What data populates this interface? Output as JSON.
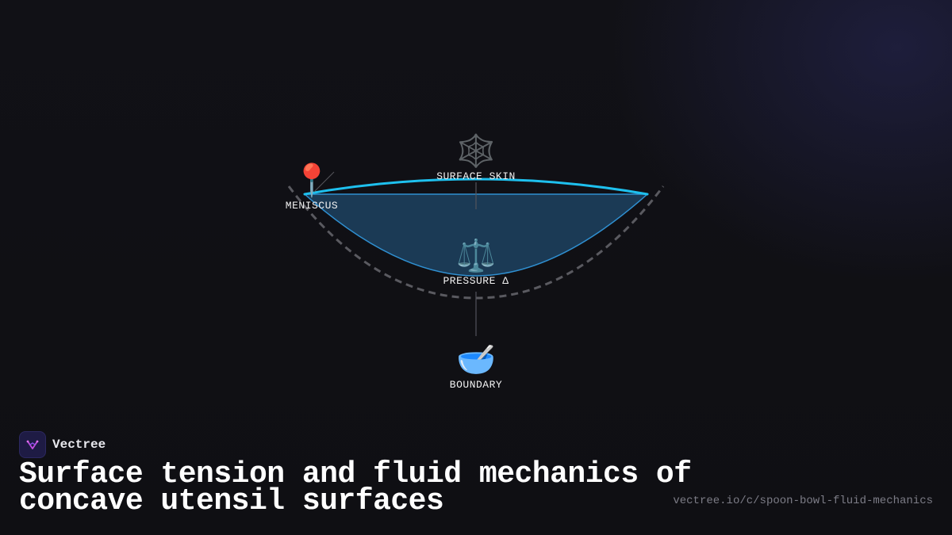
{
  "diagram": {
    "nodes": {
      "surface_skin": {
        "icon": "spider-web-icon",
        "emoji": "🕸️",
        "label": "SURFACE SKIN"
      },
      "meniscus": {
        "icon": "pin-icon",
        "emoji": "📍",
        "label": "MENISCUS"
      },
      "pressure": {
        "icon": "scales-icon",
        "emoji": "⚖️",
        "label": "PRESSURE Δ"
      },
      "boundary": {
        "icon": "bowl-with-spoon-icon",
        "emoji": "🥣",
        "label": "BOUNDARY"
      }
    },
    "colors": {
      "surface_line": "#1ec0ee",
      "fluid_fill": "#1b3a55",
      "fluid_edge": "#2f8fd0",
      "bowl_outline": "#5a5a60",
      "connector": "#55555c"
    }
  },
  "footer": {
    "brand": "Vectree",
    "title": "Surface tension and fluid mechanics of concave utensil surfaces",
    "url": "vectree.io/c/spoon-bowl-fluid-mechanics"
  }
}
